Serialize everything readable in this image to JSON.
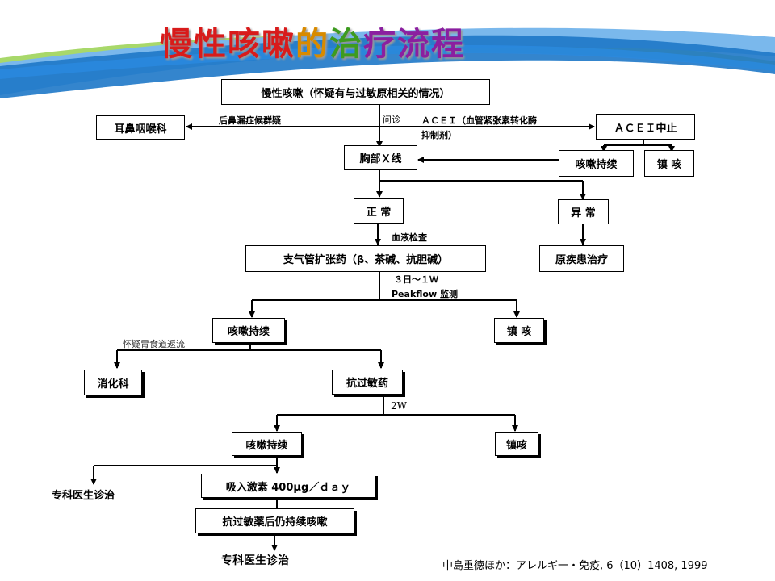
{
  "title": {
    "chars": [
      {
        "c": "慢",
        "color": "#d81b1b"
      },
      {
        "c": "性",
        "color": "#d81b1b"
      },
      {
        "c": "咳",
        "color": "#d81b1b"
      },
      {
        "c": "嗽",
        "color": "#d81b1b"
      },
      {
        "c": "的",
        "color": "#d88a00"
      },
      {
        "c": "治",
        "color": "#3d9b1f"
      },
      {
        "c": "疗",
        "color": "#8b1fa0"
      },
      {
        "c": "流",
        "color": "#8b1fa0"
      },
      {
        "c": "程",
        "color": "#8b1fa0"
      }
    ]
  },
  "boxes": {
    "chronic_cough": "慢性咳嗽（怀疑有与过敏原相关的情况）",
    "ent": "耳鼻咽喉科",
    "ace_stop": "ＡＣＥＩ中止",
    "chest_xray": "胸部Ｘ线",
    "cough_persist_1": "咳嗽持续",
    "antitussive_1": "镇 咳",
    "normal": "正 常",
    "abnormal": "异 常",
    "bronchodilator": "支气管扩张药（β、茶碱、抗胆碱）",
    "primary_treatment": "原疾患治疗",
    "cough_persist_2": "咳嗽持续",
    "antitussive_2": "镇 咳",
    "digestive": "消化科",
    "antiallergic": "抗过敏药",
    "cough_persist_3": "咳嗽持续",
    "antitussive_3": "镇咳",
    "inhaled_steroid": "吸入激素 400μg／ｄａｙ",
    "persist_after_antiallergic": "抗过敏薬后仍持续咳嗽"
  },
  "labels": {
    "postnasal": "后鼻漏症候群疑",
    "interview": "问诊",
    "ace_inhibitor_1": "ＡＣＥＩ（血管紧张素转化酶",
    "ace_inhibitor_2": "抑制剂）",
    "blood_test": "血液检查",
    "duration": "３日～１Ｗ",
    "peakflow": "Peakflow 监测",
    "gerd_suspect": "怀疑胃食道返流",
    "two_weeks": "2W",
    "specialist_1": "专科医生诊治",
    "specialist_2": "专科医生诊治"
  },
  "citation": "中島重徳ほか：アレルギ一・免疫, 6（10）1408, 1999",
  "colors": {
    "banner_blue": "#1e78c8",
    "banner_light": "#7ab8ec",
    "banner_green": "#a8d86a"
  }
}
